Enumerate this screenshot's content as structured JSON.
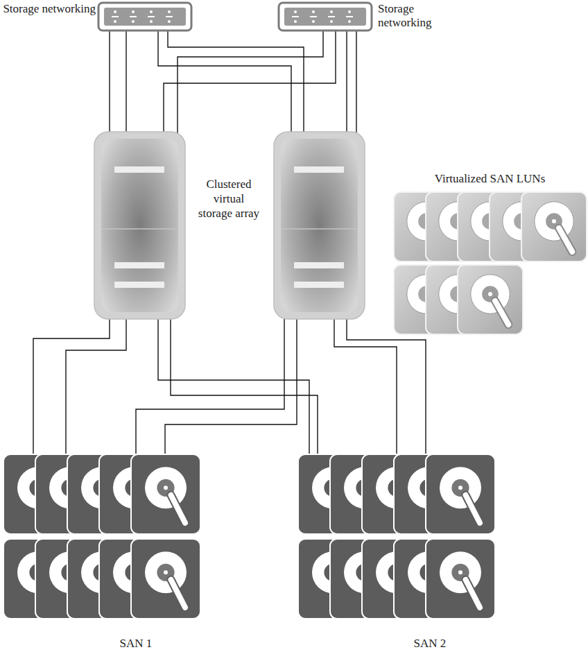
{
  "diagram": {
    "nodes": [
      {
        "text": [
          "Storage networking"
        ]
      },
      {
        "text": [
          "Storage networking"
        ]
      },
      {
        "text": [
          "Virtualized SAN LUNs"
        ]
      },
      {
        "text": [
          "SAN 1"
        ]
      },
      {
        "text": [
          "SAN 2"
        ]
      }
    ],
    "labels": [
      "Clustered virtual storage array"
    ]
  }
}
